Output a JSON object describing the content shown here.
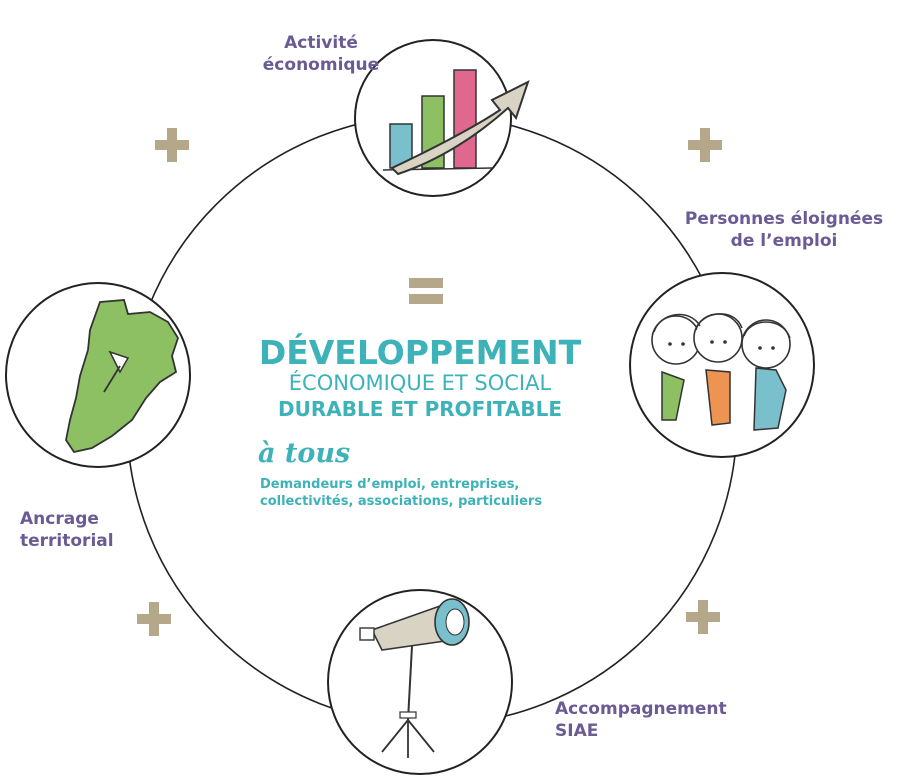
{
  "nodes": {
    "activite": {
      "label_line1": "Activité",
      "label_line2": "économique",
      "icon": "bar-chart-arrow-icon"
    },
    "personnes": {
      "label_line1": "Personnes éloignées",
      "label_line2": "de l’emploi",
      "icon": "people-group-icon"
    },
    "accompagnement": {
      "label_line1": "Accompagnement",
      "label_line2": "SIAE",
      "icon": "telescope-icon"
    },
    "ancrage": {
      "label_line1": "Ancrage",
      "label_line2": "territorial",
      "icon": "map-pin-icon"
    }
  },
  "center": {
    "title": "DÉVELOPPEMENT",
    "subtitle": "ÉCONOMIQUE ET SOCIAL",
    "tagline": "DURABLE ET PROFITABLE",
    "script": "à tous",
    "audience_line1": "Demandeurs d’emploi, entreprises,",
    "audience_line2": "collectivités, associations, particuliers"
  },
  "colors": {
    "label": "#6b5b95",
    "accent": "#3db2b8",
    "plus": "#b5a88a",
    "green": "#8cc063",
    "orange": "#ee9453",
    "teal": "#79c0cc",
    "pink": "#e0678e"
  }
}
